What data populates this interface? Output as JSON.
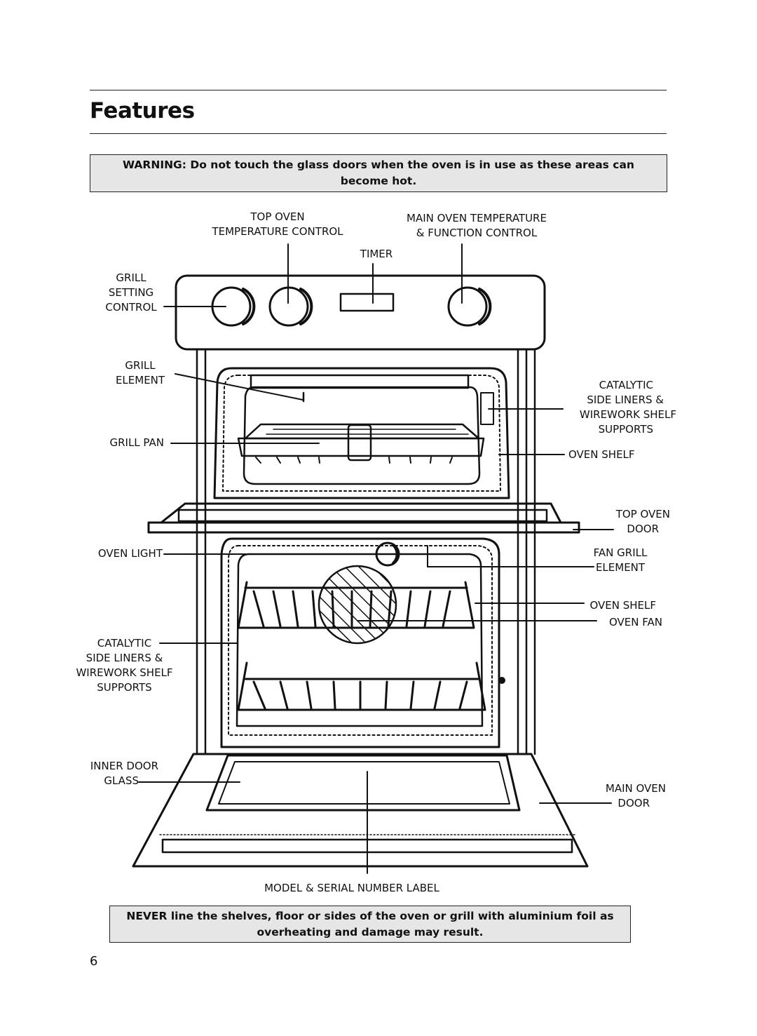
{
  "heading": "Features",
  "warning_top": {
    "line1": "WARNING: Do not touch the glass doors when the oven is in use as these areas can",
    "line2": "become hot."
  },
  "labels": {
    "top_oven_temp": [
      "TOP OVEN",
      "TEMPERATURE CONTROL"
    ],
    "main_oven_temp": [
      "MAIN OVEN TEMPERATURE",
      "& FUNCTION CONTROL"
    ],
    "timer": "TIMER",
    "grill_setting": [
      "GRILL",
      "SETTING",
      "CONTROL"
    ],
    "grill_element": [
      "GRILL",
      "ELEMENT"
    ],
    "grill_pan": "GRILL PAN",
    "catalytic_right": [
      "CATALYTIC",
      "SIDE LINERS &",
      "WIREWORK SHELF",
      "SUPPORTS"
    ],
    "oven_shelf_top": "OVEN SHELF",
    "top_oven_door": [
      "TOP OVEN",
      "DOOR"
    ],
    "oven_light": "OVEN LIGHT",
    "fan_grill_element": [
      "FAN GRILL",
      "ELEMENT"
    ],
    "oven_shelf_main": "OVEN SHELF",
    "oven_fan": "OVEN FAN",
    "catalytic_left": [
      "CATALYTIC",
      "SIDE LINERS &",
      "WIREWORK SHELF",
      "SUPPORTS"
    ],
    "inner_door_glass": [
      "INNER DOOR",
      "GLASS"
    ],
    "main_oven_door": [
      "MAIN OVEN",
      "DOOR"
    ],
    "model_serial": "MODEL & SERIAL NUMBER LABEL"
  },
  "warning_bottom": {
    "line1": "NEVER line the shelves, floor or sides of the oven or grill with aluminium foil as",
    "line2": "overheating and damage may result."
  },
  "page_number": "6"
}
